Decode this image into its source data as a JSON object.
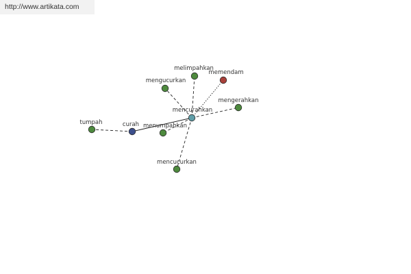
{
  "header": {
    "url": "http://www.artikata.com"
  },
  "graph": {
    "colors": {
      "root": "#5f9ea8",
      "primary": "#3d4f8c",
      "synonym": "#4e8a3e",
      "antonym": "#a8403a",
      "edge": "#222222"
    },
    "nodes": [
      {
        "id": "mencurahkan",
        "label": "mencurahkan",
        "kind": "root"
      },
      {
        "id": "curah",
        "label": "curah",
        "kind": "primary"
      },
      {
        "id": "tumpah",
        "label": "tumpah",
        "kind": "synonym"
      },
      {
        "id": "menumpahkan",
        "label": "menumpahkan",
        "kind": "synonym"
      },
      {
        "id": "mengucurkan",
        "label": "mengucurkan",
        "kind": "synonym"
      },
      {
        "id": "melimpahkan",
        "label": "melimpahkan",
        "kind": "synonym"
      },
      {
        "id": "memendam",
        "label": "memendam",
        "kind": "antonym"
      },
      {
        "id": "mengerahkan",
        "label": "mengerahkan",
        "kind": "synonym"
      },
      {
        "id": "mencucurkan",
        "label": "mencucurkan",
        "kind": "synonym"
      }
    ],
    "edges": [
      {
        "from": "mencurahkan",
        "to": "curah",
        "style": "solid"
      },
      {
        "from": "curah",
        "to": "tumpah",
        "style": "dashed"
      },
      {
        "from": "mencurahkan",
        "to": "menumpahkan",
        "style": "dashed"
      },
      {
        "from": "mencurahkan",
        "to": "mengucurkan",
        "style": "dashed"
      },
      {
        "from": "mencurahkan",
        "to": "melimpahkan",
        "style": "dashed"
      },
      {
        "from": "mencurahkan",
        "to": "memendam",
        "style": "dotted"
      },
      {
        "from": "mencurahkan",
        "to": "mengerahkan",
        "style": "dashed"
      },
      {
        "from": "mencurahkan",
        "to": "mencucurkan",
        "style": "dashed"
      }
    ]
  }
}
